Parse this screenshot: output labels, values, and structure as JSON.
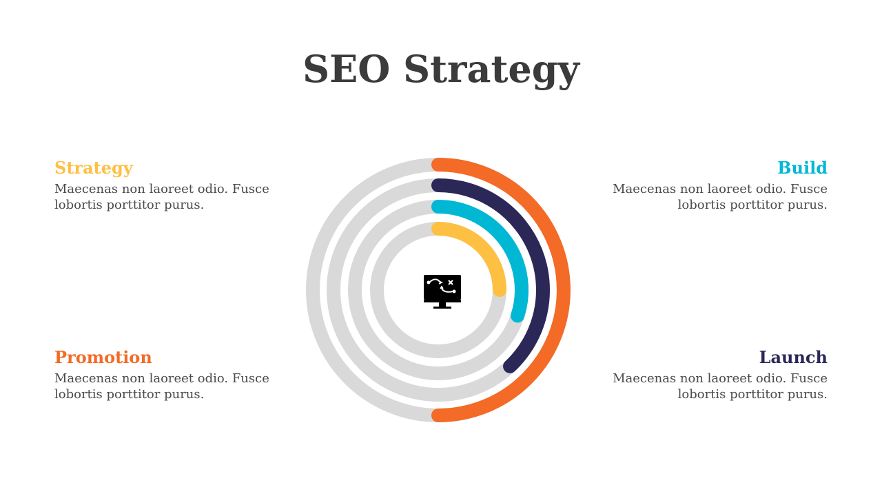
{
  "title": "SEO Strategy",
  "colors": {
    "title": "#3b3b3b",
    "body_text": "#4a4a4a",
    "track": "#d9d9d9",
    "strategy": "#fdc043",
    "build": "#00b8d4",
    "launch": "#2b2858",
    "promotion": "#f36b26"
  },
  "items": [
    {
      "key": "strategy",
      "heading": "Strategy",
      "text": "Maecenas non laoreet odio. Fusce lobortis porttitor purus.",
      "color": "#fdc043"
    },
    {
      "key": "build",
      "heading": "Build",
      "text": "Maecenas non laoreet odio. Fusce lobortis porttitor purus.",
      "color": "#00b8d4"
    },
    {
      "key": "promotion",
      "heading": "Promotion",
      "text": "Maecenas non laoreet odio. Fusce lobortis porttitor purus.",
      "color": "#f36b26"
    },
    {
      "key": "launch",
      "heading": "Launch",
      "text": "Maecenas non laoreet odio. Fusce lobortis porttitor purus.",
      "color": "#2b2858"
    }
  ],
  "rings": [
    {
      "key": "promotion",
      "color": "#f36b26",
      "fraction": 0.5
    },
    {
      "key": "launch",
      "color": "#2b2858",
      "fraction": 0.38
    },
    {
      "key": "build",
      "color": "#00b8d4",
      "fraction": 0.3
    },
    {
      "key": "strategy",
      "color": "#fdc043",
      "fraction": 0.25
    }
  ],
  "center_icon": "monitor-strategy-icon"
}
